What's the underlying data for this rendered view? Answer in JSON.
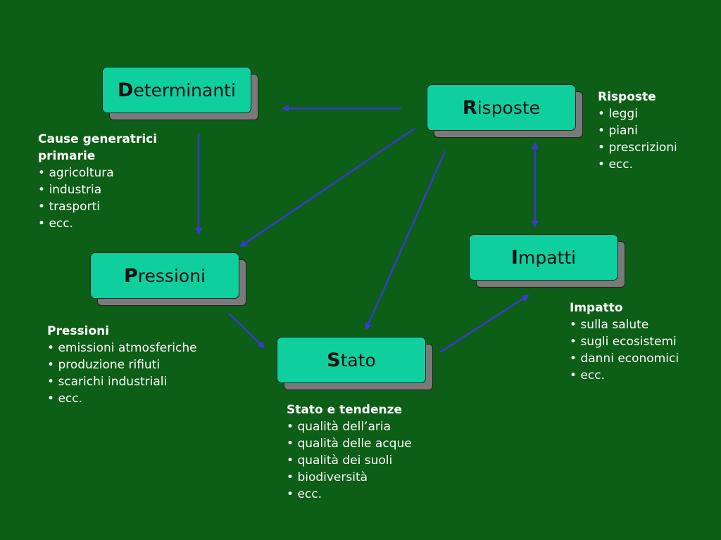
{
  "nodes": {
    "determinanti": {
      "initial": "D",
      "rest": "eterminanti"
    },
    "risposte": {
      "initial": "R",
      "rest": "isposte"
    },
    "pressioni": {
      "initial": "P",
      "rest": "ressioni"
    },
    "impatti": {
      "initial": "I",
      "rest": "mpatti"
    },
    "stato": {
      "initial": "S",
      "rest": "tato"
    }
  },
  "notes": {
    "determinanti": {
      "title_line1": "Cause generatrici",
      "title_line2": "primarie",
      "items": [
        "agricoltura",
        "industria",
        "trasporti",
        "ecc."
      ]
    },
    "risposte": {
      "title": "Risposte",
      "items": [
        "leggi",
        "piani",
        "prescrizioni",
        "ecc."
      ]
    },
    "pressioni": {
      "title": "Pressioni",
      "items": [
        "emissioni atmosferiche",
        "produzione rifiuti",
        "scarichi industriali",
        "ecc."
      ]
    },
    "impatti": {
      "title": "Impatto",
      "items": [
        "sulla salute",
        "sugli ecosistemi",
        "danni economici",
        "ecc."
      ]
    },
    "stato": {
      "title": "Stato e tendenze",
      "items": [
        "qualità dell’aria",
        "qualità delle acque",
        "qualità dei suoli",
        "biodiversità",
        "ecc."
      ]
    }
  },
  "colors": {
    "background": "#0d5e16",
    "box_fill": "#0fcf9f",
    "arrow": "#3a3ad0"
  }
}
